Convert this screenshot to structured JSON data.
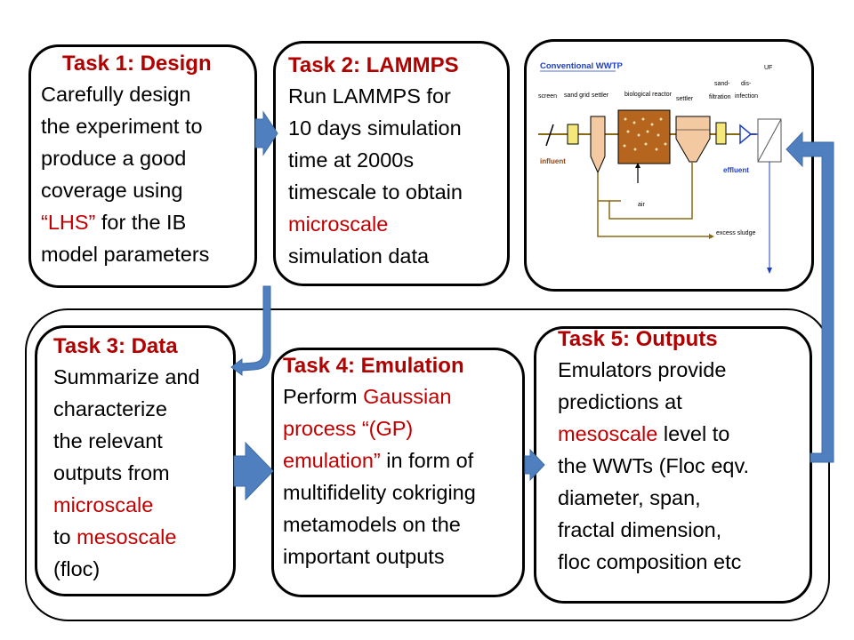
{
  "colors": {
    "title": "#b00000",
    "highlight": "#c00000",
    "arrow": "#4f7fbf",
    "arrow_edge": "#3d6ca8"
  },
  "task1": {
    "title": "Task 1: Design",
    "lines": [
      "Carefully design",
      "the experiment to",
      "produce a good",
      "coverage using"
    ],
    "lhs": "“LHS”",
    "line5_rest": " for the IB",
    "line6": "model parameters"
  },
  "task2": {
    "title": "Task 2: LAMMPS",
    "lines": [
      "Run LAMMPS for",
      "10 days simulation",
      "time at 2000s",
      "timescale to obtain"
    ],
    "red_line": "microscale",
    "last_line": "simulation data"
  },
  "task3": {
    "title": "Task 3: Data",
    "lines": [
      "Summarize and",
      "characterize",
      "the relevant",
      "outputs from"
    ],
    "red_line": "microscale",
    "to": "to ",
    "mesoscale": "mesoscale",
    "last_line": "(floc)"
  },
  "task4": {
    "title": "Task 4: Emulation",
    "perform": "Perform ",
    "gaussian": "Gaussian",
    "process": "process “(GP)",
    "emulation": "emulation”",
    "in_form": " in form of",
    "lines": [
      "multifidelity cokriging",
      "metamodels on the",
      "important outputs"
    ]
  },
  "task5": {
    "title": "Task 5: Outputs",
    "lines": [
      "Emulators provide",
      "predictions at"
    ],
    "mesoscale": "mesoscale",
    "level": " level to",
    "lines2": [
      "the WWTs (Floc eqv.",
      "diameter, span,",
      "fractal dimension,",
      "floc composition etc"
    ]
  },
  "wwtp": {
    "title": "Conventional WWTP",
    "labels": {
      "screen": "screen",
      "sand_grid": "sand grid",
      "settler1": "settler",
      "reactor": "biological reactor",
      "settler2": "settler",
      "sand": "sand-",
      "filtration": "filtration",
      "dis": "dis-",
      "infection": "infection",
      "uf": "UF",
      "influent": "influent",
      "effluent": "effluent",
      "air": "air",
      "sludge": "excess sludge"
    }
  }
}
